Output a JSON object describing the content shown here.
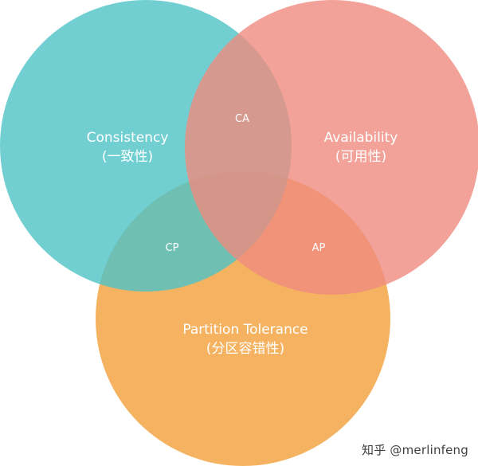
{
  "diagram": {
    "sets": [
      {
        "id": "consistency",
        "label": "Consistency",
        "sublabel": "(一致性)",
        "color": "#4ec3c7"
      },
      {
        "id": "availability",
        "label": "Availability",
        "sublabel": "(可用性)",
        "color": "#ef8b80"
      },
      {
        "id": "partition_tolerance",
        "label": "Partition Tolerance",
        "sublabel": "(分区容错性)",
        "color": "#f4a94b"
      }
    ],
    "intersections": [
      {
        "id": "ca",
        "label": "CA",
        "sets": [
          "consistency",
          "availability"
        ]
      },
      {
        "id": "cp",
        "label": "CP",
        "sets": [
          "consistency",
          "partition_tolerance"
        ]
      },
      {
        "id": "ap",
        "label": "AP",
        "sets": [
          "availability",
          "partition_tolerance"
        ]
      }
    ]
  },
  "watermark": "知乎 @merlinfeng"
}
